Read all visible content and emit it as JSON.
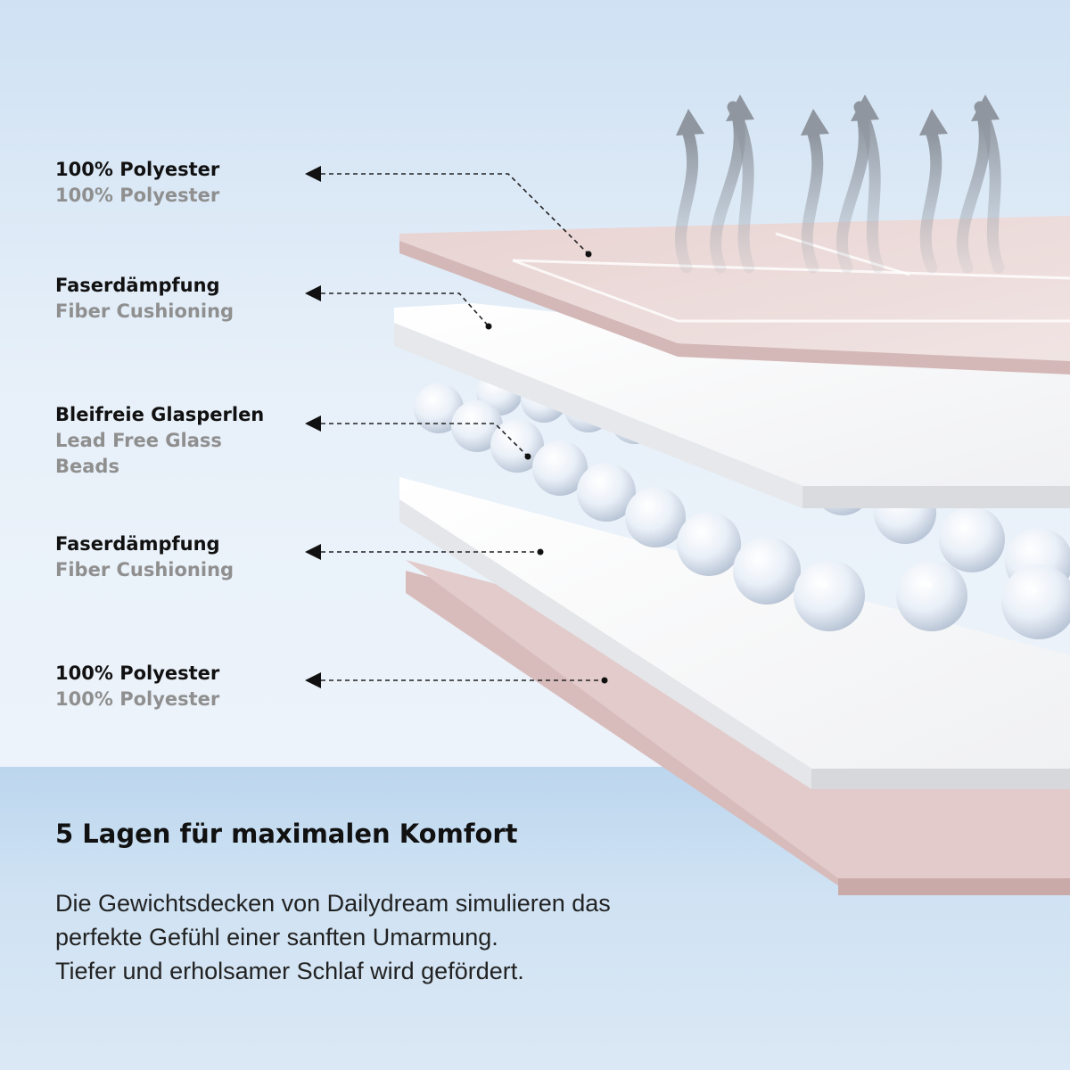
{
  "layers": [
    {
      "de": "100% Polyester",
      "en": "100% Polyester"
    },
    {
      "de": "Faserdämpfung",
      "en": "Fiber Cushioning"
    },
    {
      "de": "Bleifreie Glasperlen",
      "en": "Lead Free Glass Beads"
    },
    {
      "de": "Faserdämpfung",
      "en": "Fiber Cushioning"
    },
    {
      "de": "100% Polyester",
      "en": "100% Polyester"
    }
  ],
  "headline": "5 Lagen für maximalen Komfort",
  "description": [
    "Die Gewichtsdecken von Dailydream simulieren das",
    "perfekte Gefühl einer sanften Umarmung.",
    "Tiefer und erholsamer Schlaf wird gefördert."
  ],
  "colors": {
    "fabric_pink": "#e3cdcc",
    "fiber_white": "#f7f7f8",
    "bead": "#eef2f8",
    "arrow_gray": "#9aa0a8",
    "label_dark": "#111111",
    "label_gray": "#8f8f8f"
  },
  "icons": [
    "airflow-arrow-icon",
    "pointer-arrow-icon"
  ]
}
